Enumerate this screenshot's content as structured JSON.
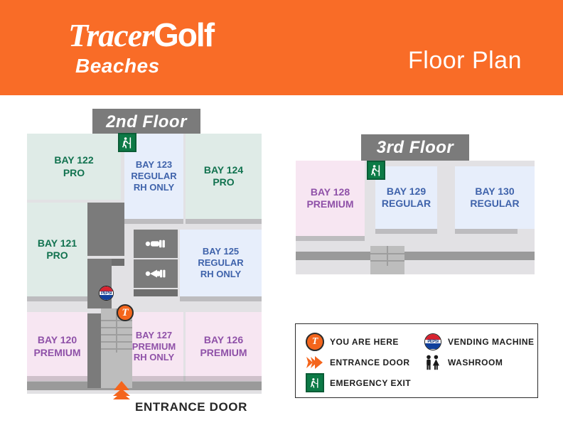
{
  "header": {
    "brand_primary": "Tracer",
    "brand_secondary": "Golf",
    "brand_sub": "Beaches",
    "title": "Floor Plan",
    "bg_color": "#f96c27"
  },
  "floors": [
    {
      "id": "floor-2",
      "badge_label": "2nd Floor",
      "bays": [
        {
          "id": "bay-122",
          "name": "BAY 122",
          "type": "PRO",
          "label": "BAY 122\nPRO"
        },
        {
          "id": "bay-121",
          "name": "BAY 121",
          "type": "PRO",
          "label": "BAY 121\nPRO"
        },
        {
          "id": "bay-123",
          "name": "BAY 123",
          "type": "REGULAR",
          "label": "BAY 123\nREGULAR\nRH ONLY"
        },
        {
          "id": "bay-124",
          "name": "BAY 124",
          "type": "PRO",
          "label": "BAY 124\nPRO"
        },
        {
          "id": "bay-125",
          "name": "BAY 125",
          "type": "REGULAR",
          "label": "BAY 125\nREGULAR\nRH ONLY"
        },
        {
          "id": "bay-120",
          "name": "BAY 120",
          "type": "PREMIUM",
          "label": "BAY 120\nPREMIUM"
        },
        {
          "id": "bay-127",
          "name": "BAY 127",
          "type": "PREMIUM",
          "label": "BAY 127\nPREMIUM\nRH ONLY"
        },
        {
          "id": "bay-126",
          "name": "BAY 126",
          "type": "PREMIUM",
          "label": "BAY 126\nPREMIUM"
        }
      ],
      "markers": [
        "emergency-exit",
        "vending-machine",
        "you-are-here",
        "washroom",
        "washroom",
        "entrance-door"
      ]
    },
    {
      "id": "floor-3",
      "badge_label": "3rd Floor",
      "bays": [
        {
          "id": "bay-128",
          "name": "BAY 128",
          "type": "PREMIUM",
          "label": "BAY 128\nPREMIUM"
        },
        {
          "id": "bay-129",
          "name": "BAY 129",
          "type": "REGULAR",
          "label": "BAY 129\nREGULAR"
        },
        {
          "id": "bay-130",
          "name": "BAY 130",
          "type": "REGULAR",
          "label": "BAY 130\nREGULAR"
        }
      ],
      "markers": [
        "emergency-exit"
      ]
    }
  ],
  "entrance_caption": "ENTRANCE DOOR",
  "legend": {
    "left": [
      {
        "icon": "you-are-here-icon",
        "label": "YOU ARE HERE"
      },
      {
        "icon": "entrance-door-icon",
        "label": "ENTRANCE DOOR"
      },
      {
        "icon": "emergency-exit-icon",
        "label": "EMERGENCY EXIT"
      }
    ],
    "right": [
      {
        "icon": "vending-machine-icon",
        "label": "VENDING MACHINE"
      },
      {
        "icon": "washroom-icon",
        "label": "WASHROOM"
      }
    ]
  },
  "colors": {
    "brand_orange": "#f96c27",
    "pro_fill": "#dfebe7",
    "pro_text": "#11724f",
    "regular_fill": "#e7eefb",
    "regular_text": "#3f63ab",
    "premium_fill": "#f7e6f2",
    "premium_text": "#8f51a8",
    "floor_badge": "#7b7b7b",
    "slab": "#e2e1e4"
  },
  "vending_brand": "PEPSI",
  "you_are_here_glyph": "T"
}
